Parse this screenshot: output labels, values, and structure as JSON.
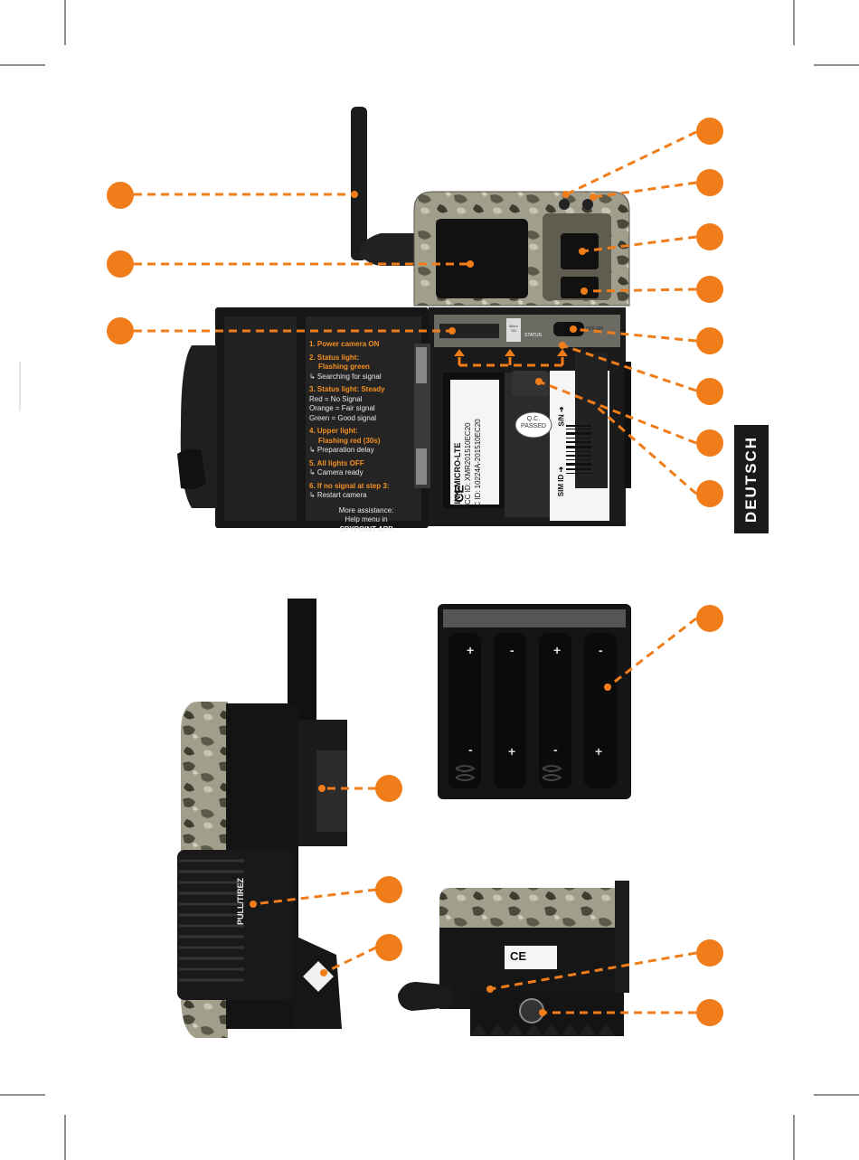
{
  "side_tab": {
    "label": "DEUTSCH"
  },
  "door_instructions": {
    "title": "1. Power camera ON",
    "step2_a": "2. Status light:",
    "step2_b": "Flashing green",
    "step2_c": "↳ Searching for signal",
    "step3_a": "3. Status light: Steady",
    "step3_red": "Red = No Signal",
    "step3_orange": "Orange = Fair signal",
    "step3_green": "Green = Good signal",
    "step4_a": "4. Upper light:",
    "step4_b": "Flashing red (30s)",
    "step4_c": "↳ Preparation delay",
    "step5_a": "5. All lights OFF",
    "step5_b": "↳ Camera ready",
    "step6_a": "6. If no signal at step 3:",
    "step6_b": "↳ Restart camera",
    "assist_a": "More assistance:",
    "assist_b": "Help menu in",
    "assist_c": "SPYPOINT APP"
  },
  "label_panel": {
    "model": "LINK-MICRO-LTE",
    "fcc": "FCC ID: XMR201510EC20",
    "ic": "IC ID: 10224A-201510EC20",
    "ce": "CE",
    "sim_id": "SIM ID ➜",
    "sn": "S/N ➜",
    "qc_a": "Q.C.",
    "qc_b": "PASSED",
    "status": "STATUS",
    "off_on": "OFF ON",
    "micro_sd": "Micro SD"
  },
  "grip": {
    "label": "PULL/TIREZ"
  },
  "bottom_ce": "CE",
  "colors": {
    "accent": "#f07d1a",
    "camo_light": "#9a9683",
    "body_dark": "#161616"
  }
}
